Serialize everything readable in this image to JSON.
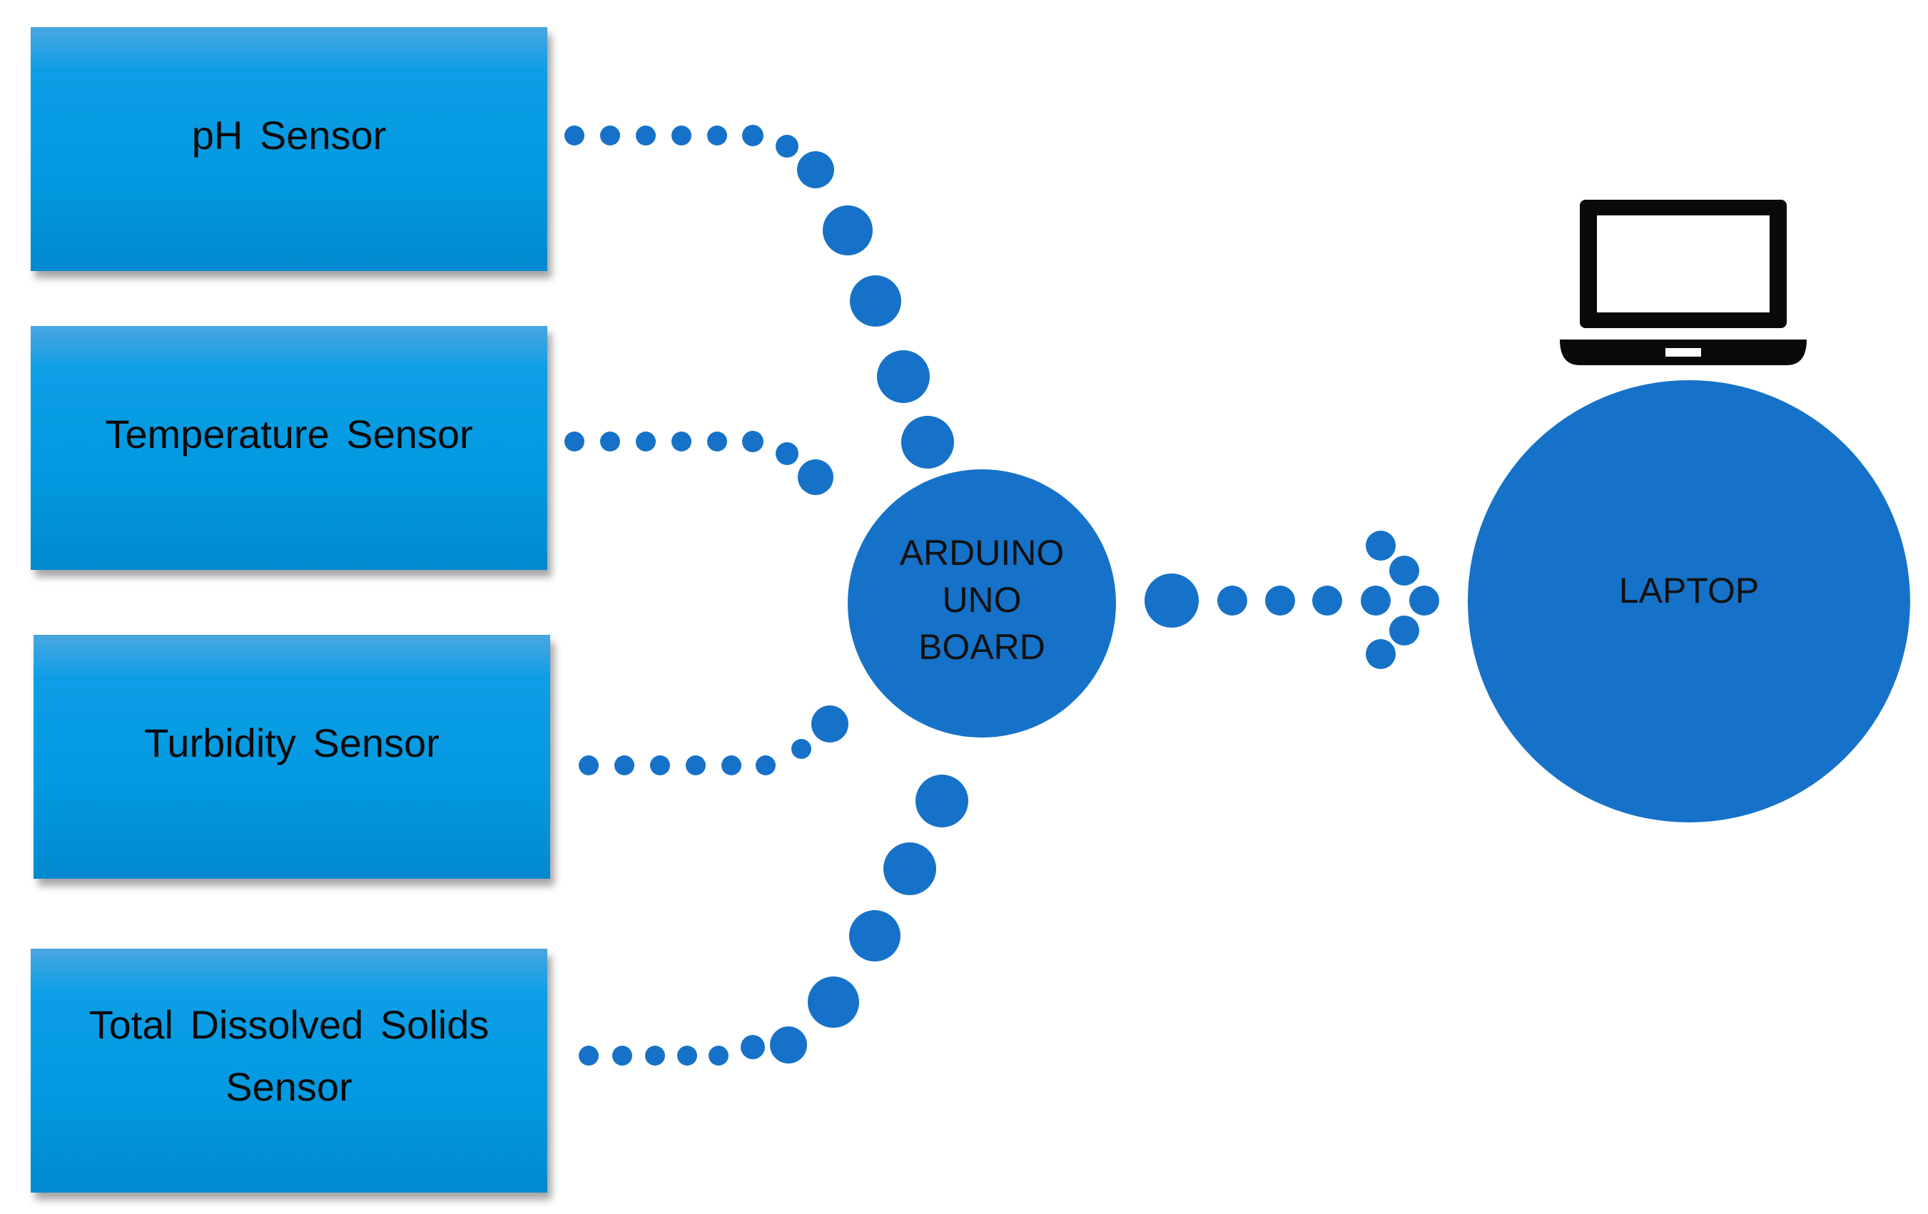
{
  "sensors": [
    {
      "name": "ph-sensor-box",
      "label": "pH Sensor"
    },
    {
      "name": "temperature-sensor-box",
      "label": "Temperature  Sensor"
    },
    {
      "name": "turbidity-sensor-box",
      "label": "Turbidity Sensor"
    },
    {
      "name": "tds-sensor-box",
      "label_line1": "Total Dissolved  Solids",
      "label_line2": "Sensor"
    }
  ],
  "arduino": {
    "line1": "ARDUINO",
    "line2": "UNO",
    "line3": "BOARD"
  },
  "laptop": {
    "label": "LAPTOP",
    "icon": "laptop-icon"
  },
  "colors": {
    "box_top": "#4aa6e0",
    "box_main": "#0299e0",
    "node": "#1672c8",
    "text": "#0a0a0a"
  }
}
